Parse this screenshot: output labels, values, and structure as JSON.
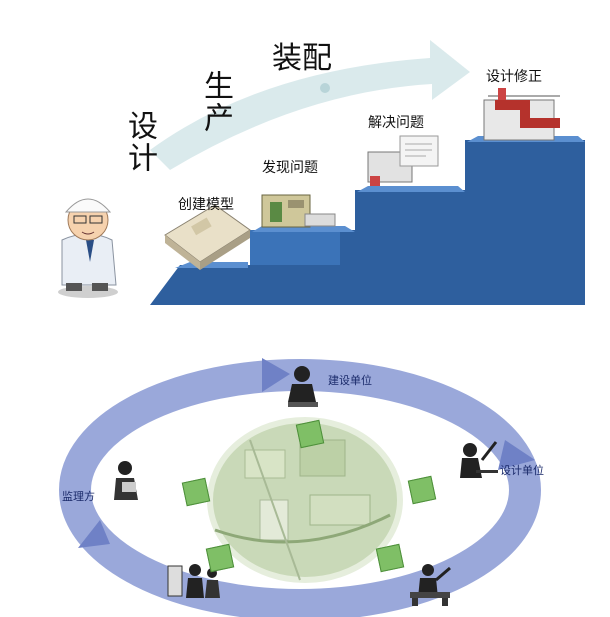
{
  "top": {
    "arrow_labels": {
      "design": "设计",
      "production": "生产",
      "assembly": "装配"
    },
    "steps": [
      {
        "label": "创建模型"
      },
      {
        "label": "发现问题"
      },
      {
        "label": "解决问题"
      },
      {
        "label": "设计修正"
      }
    ],
    "colors": {
      "stair": "#2e5f9e",
      "stair_top": "#3f7ec4",
      "arrow": "#cfe3e6"
    }
  },
  "bottom": {
    "parties": {
      "construction": "建设单位",
      "design": "设计单位",
      "supervision": "监理方"
    },
    "colors": {
      "ring": "#8f9fd6",
      "ring_dark": "#6f81c6",
      "map": "#c9d9b8",
      "tag": "#7fbf66"
    }
  }
}
